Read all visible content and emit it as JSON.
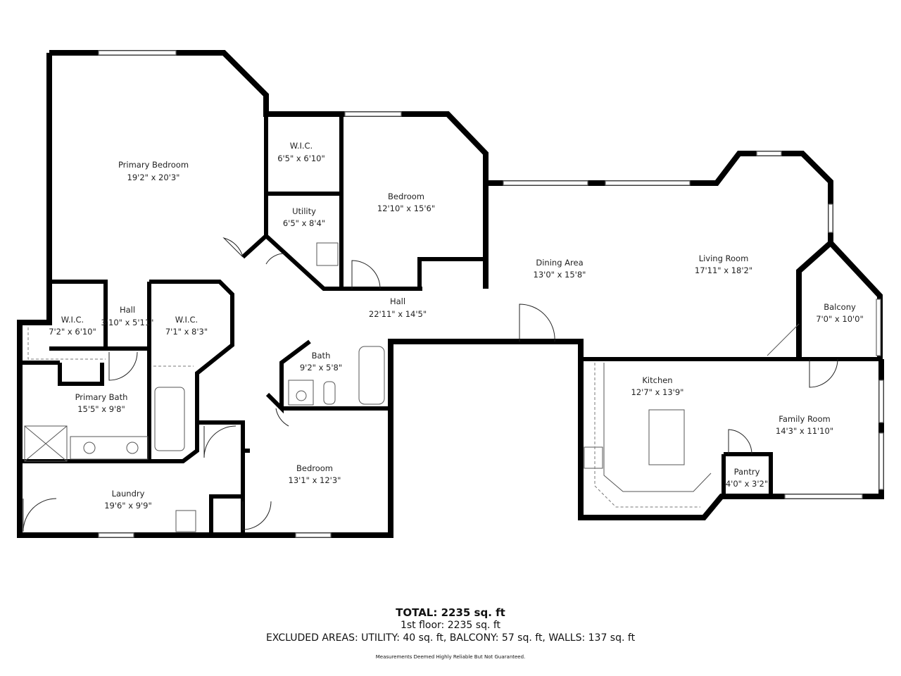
{
  "rooms": [
    {
      "name": "Primary Bedroom",
      "size": "19'2\" x 20'3\""
    },
    {
      "name": "W.I.C.",
      "size": "6'5\" x 6'10\""
    },
    {
      "name": "Bedroom",
      "size": "12'10\" x 15'6\""
    },
    {
      "name": "Utility",
      "size": "6'5\" x 8'4\""
    },
    {
      "name": "Dining Area",
      "size": "13'0\" x 15'8\""
    },
    {
      "name": "Living Room",
      "size": "17'11\" x 18'2\""
    },
    {
      "name": "Balcony",
      "size": "7'0\" x 10'0\""
    },
    {
      "name": "Hall",
      "size": "22'11\" x 14'5\""
    },
    {
      "name": "W.I.C.",
      "size": "7'2\" x 6'10\""
    },
    {
      "name": "Hall",
      "size": "3'10\" x 5'11\""
    },
    {
      "name": "W.I.C.",
      "size": "7'1\" x 8'3\""
    },
    {
      "name": "Bath",
      "size": "9'2\" x 5'8\""
    },
    {
      "name": "Primary Bath",
      "size": "15'5\" x 9'8\""
    },
    {
      "name": "Kitchen",
      "size": "12'7\" x 13'9\""
    },
    {
      "name": "Family Room",
      "size": "14'3\" x 11'10\""
    },
    {
      "name": "Bedroom",
      "size": "13'1\" x 12'3\""
    },
    {
      "name": "Pantry",
      "size": "4'0\" x 3'2\""
    },
    {
      "name": "Laundry",
      "size": "19'6\" x 9'9\""
    }
  ],
  "summary": {
    "total": "TOTAL: 2235 sq. ft",
    "floor": "1st floor: 2235 sq. ft",
    "excluded": "EXCLUDED AREAS: UTILITY: 40 sq. ft, BALCONY: 57 sq. ft, WALLS: 137 sq. ft",
    "disclaimer": "Measurements Deemed Highly Reliable But Not Guaranteed."
  }
}
